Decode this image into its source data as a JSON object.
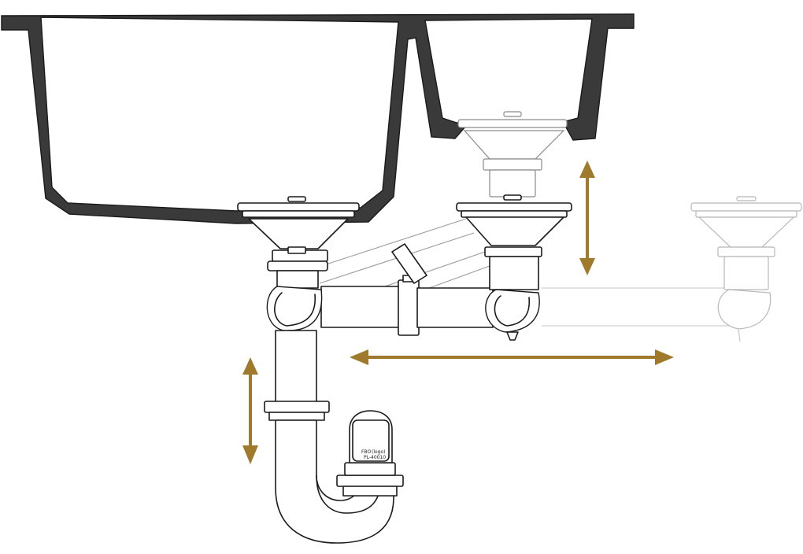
{
  "colors": {
    "line": "#1a1a1a",
    "sink_body": "#3a3a3a",
    "arrow": "#a07a2c",
    "ghost_near": "#8a8a8a",
    "ghost_far": "#c4c4c4"
  },
  "trap_label": {
    "line1": "FBO",
    "line2": "(logo)",
    "line3": "PL-40010"
  }
}
